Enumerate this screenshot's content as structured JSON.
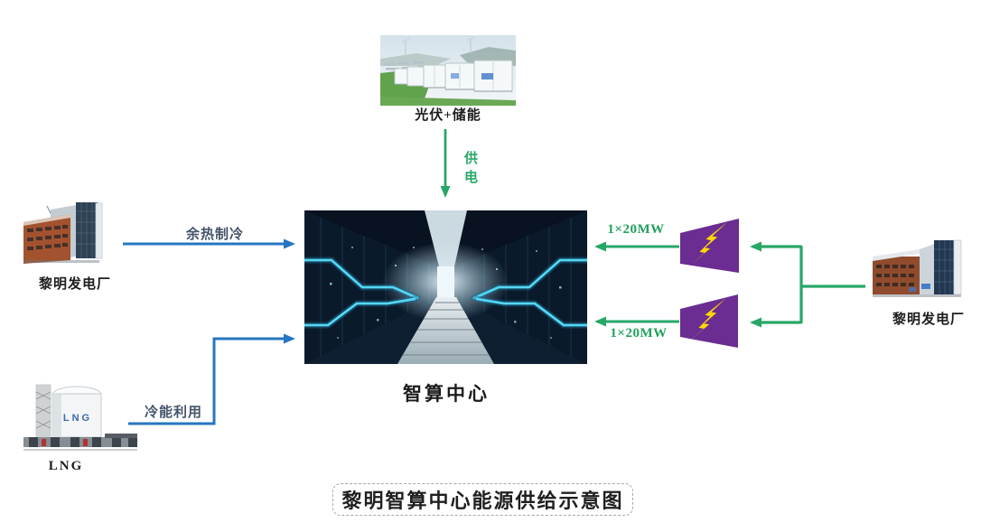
{
  "title": {
    "text": "黎明智算中心能源供给示意图"
  },
  "nodes": {
    "pv": {
      "label": "光伏+储能"
    },
    "datacenter": {
      "label": "智算中心"
    },
    "plant_left": {
      "label": "黎明发电厂"
    },
    "lng": {
      "label": "LNG",
      "tank_text": "LNG"
    },
    "plant_right": {
      "label": "黎明发电厂"
    }
  },
  "flows": {
    "supply": {
      "label": "供电",
      "color": "#27a767"
    },
    "waste_heat": {
      "label": "余热制冷",
      "color": "#2577c0"
    },
    "cold": {
      "label": "冷能利用",
      "color": "#2577c0"
    },
    "gen_top": {
      "label": "1×20MW",
      "color": "#27a767"
    },
    "gen_bottom": {
      "label": "1×20MW",
      "color": "#27a767"
    }
  },
  "icons": {
    "generator": {
      "name": "generator-lightning-icon",
      "body_color": "#6b2d91",
      "bolt_color": "#ffd800"
    }
  },
  "colors": {
    "arrow_green": "#27a767",
    "arrow_blue": "#2577c0",
    "label_black": "#1c1c1c",
    "flow_label_dark": "#44546a",
    "title_border": "#b3a1a9"
  }
}
